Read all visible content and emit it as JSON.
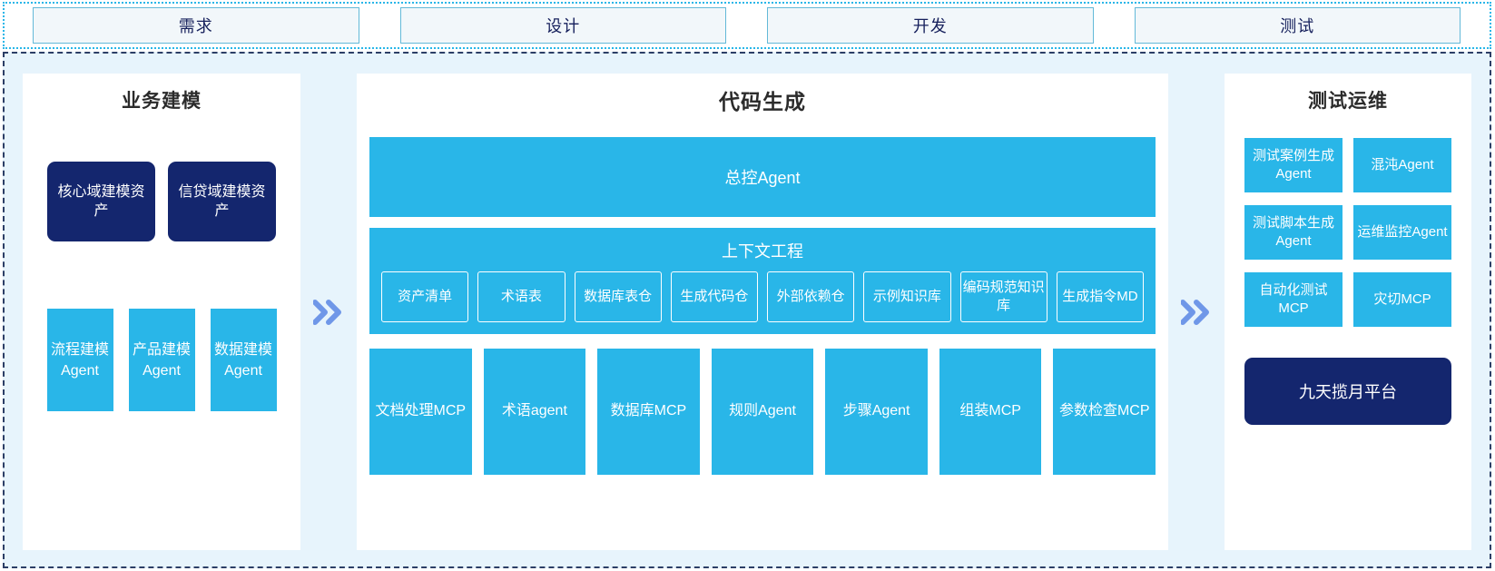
{
  "phases": {
    "items": [
      {
        "label": "需求"
      },
      {
        "label": "设计"
      },
      {
        "label": "开发"
      },
      {
        "label": "测试"
      }
    ]
  },
  "colors": {
    "accent_cyan": "#29b6e8",
    "navy": "#14266e",
    "chevron_blue": "#6f97e8",
    "panel_bg": "#ffffff",
    "area_bg": "#e7f4fc",
    "phase_box_bg": "#f2f7fa",
    "phase_border": "#63b9d8",
    "area_border": "#2c3e66"
  },
  "left_panel": {
    "title": "业务建模",
    "assets": [
      {
        "label": "核心域建模资产"
      },
      {
        "label": "信贷域建模资产"
      }
    ],
    "agents": [
      {
        "label": "流程建模Agent"
      },
      {
        "label": "产品建模Agent"
      },
      {
        "label": "数据建模Agent"
      }
    ]
  },
  "center_panel": {
    "title": "代码生成",
    "master_agent": "总控Agent",
    "context": {
      "title": "上下文工程",
      "chips": [
        {
          "label": "资产清单"
        },
        {
          "label": "术语表"
        },
        {
          "label": "数据库表仓"
        },
        {
          "label": "生成代码仓"
        },
        {
          "label": "外部依赖仓"
        },
        {
          "label": "示例知识库"
        },
        {
          "label": "编码规范知识库"
        },
        {
          "label": "生成指令MD"
        }
      ]
    },
    "tools": [
      {
        "label": "文档处理MCP"
      },
      {
        "label": "术语agent"
      },
      {
        "label": "数据库MCP"
      },
      {
        "label": "规则Agent"
      },
      {
        "label": "步骤Agent"
      },
      {
        "label": "组装MCP"
      },
      {
        "label": "参数检查MCP"
      }
    ]
  },
  "right_panel": {
    "title": "测试运维",
    "cards": [
      {
        "label": "测试案例生成Agent"
      },
      {
        "label": "混沌Agent"
      },
      {
        "label": "测试脚本生成Agent"
      },
      {
        "label": "运维监控Agent"
      },
      {
        "label": "自动化测试MCP"
      },
      {
        "label": "灾切MCP"
      }
    ],
    "platform": "九天揽月平台"
  },
  "separators": {
    "left_to_center": "double-chevron-right",
    "center_to_right": "double-chevron-right"
  }
}
